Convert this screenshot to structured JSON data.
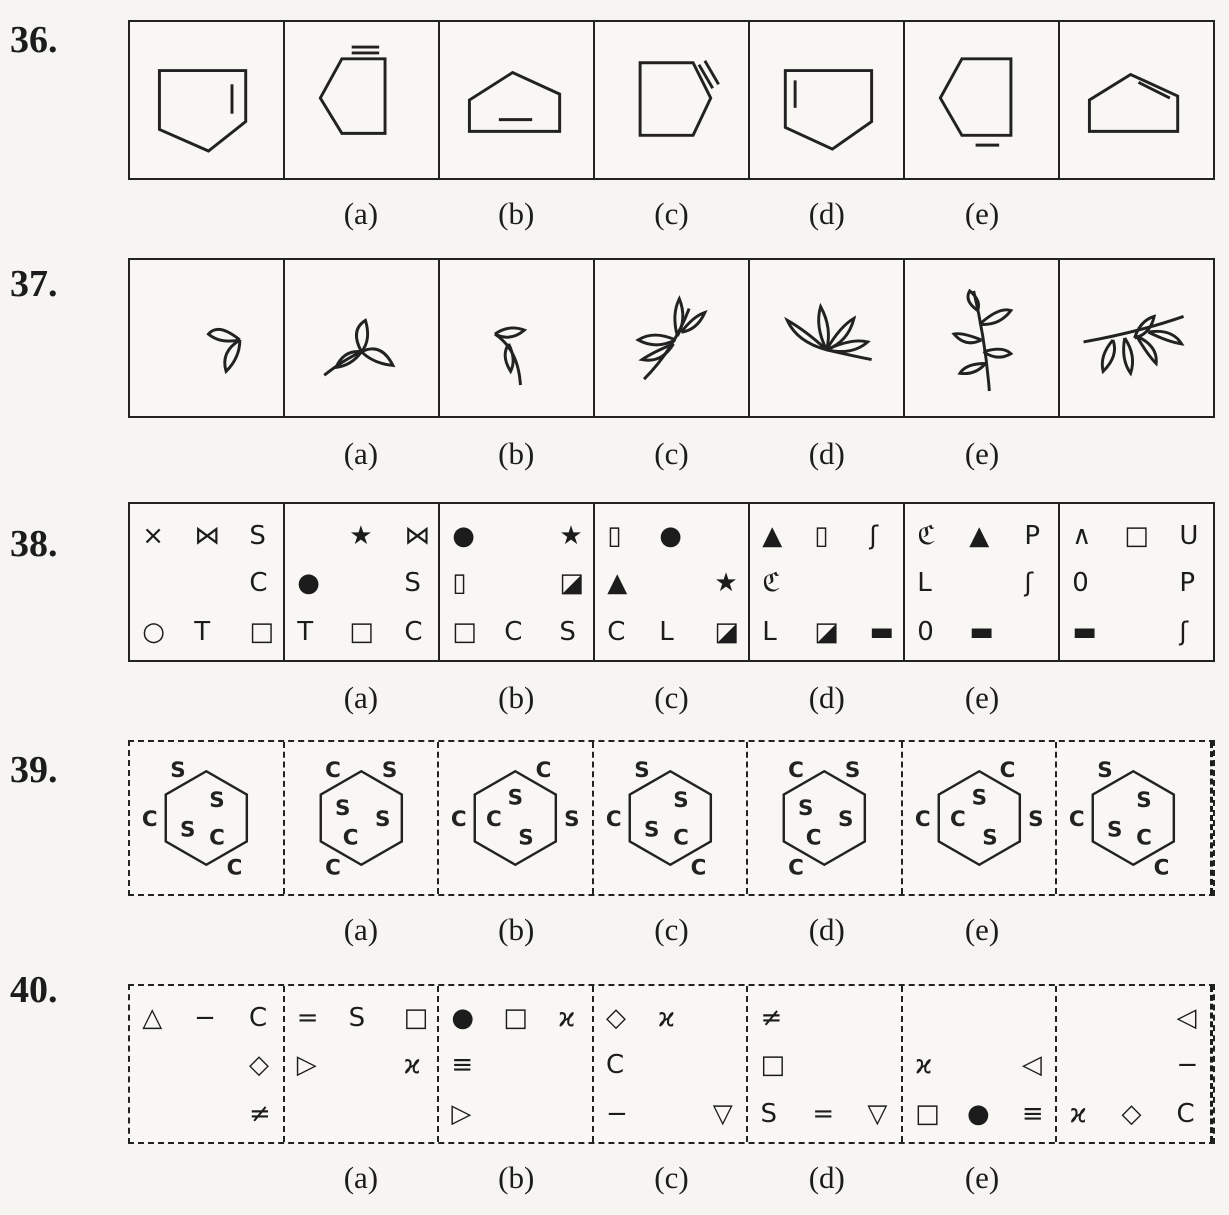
{
  "questions": [
    {
      "number": "36.",
      "option_labels": [
        "",
        "(a)",
        "(b)",
        "(c)",
        "(d)",
        "(e)",
        ""
      ]
    },
    {
      "number": "37.",
      "option_labels": [
        "",
        "(a)",
        "(b)",
        "(c)",
        "(d)",
        "(e)",
        ""
      ]
    },
    {
      "number": "38.",
      "option_labels": [
        "",
        "(a)",
        "(b)",
        "(c)",
        "(d)",
        "(e)",
        ""
      ],
      "cells": [
        [
          [
            "×",
            "⋈",
            "S"
          ],
          [
            "",
            "",
            "C"
          ],
          [
            "○",
            "T",
            "□"
          ]
        ],
        [
          [
            "",
            "★",
            "⋈"
          ],
          [
            "●",
            "",
            "S"
          ],
          [
            "T",
            "□",
            "C"
          ]
        ],
        [
          [
            "●",
            "",
            "★"
          ],
          [
            "▯",
            "",
            "◪"
          ],
          [
            "□",
            "C",
            "S"
          ]
        ],
        [
          [
            "▯",
            "●",
            ""
          ],
          [
            "▲",
            "",
            "★"
          ],
          [
            "C",
            "L",
            "◪"
          ]
        ],
        [
          [
            "▲",
            "▯",
            "ʃ"
          ],
          [
            "ℭ",
            "",
            ""
          ],
          [
            "L",
            "◪",
            "▬"
          ]
        ],
        [
          [
            "ℭ",
            "▲",
            "P"
          ],
          [
            "L",
            "",
            "ʃ"
          ],
          [
            "0",
            "▬",
            ""
          ]
        ],
        [
          [
            "∧",
            "□",
            "U"
          ],
          [
            "0",
            "",
            "P"
          ],
          [
            "▬",
            "",
            "ʃ"
          ]
        ]
      ]
    },
    {
      "number": "39.",
      "option_labels": [
        "",
        "(a)",
        "(b)",
        "(c)",
        "(d)",
        "(e)",
        ""
      ],
      "letters": [
        "S",
        "C",
        "C",
        "S",
        "S",
        "C"
      ]
    },
    {
      "number": "40.",
      "option_labels": [
        "",
        "(a)",
        "(b)",
        "(c)",
        "(d)",
        "(e)",
        ""
      ],
      "cells": [
        [
          [
            "△",
            "−",
            "C"
          ],
          [
            "",
            "",
            "◇"
          ],
          [
            "",
            "",
            "≠"
          ]
        ],
        [
          [
            "=",
            "S",
            "□"
          ],
          [
            "▷",
            "",
            "ϰ"
          ],
          [
            "",
            "",
            ""
          ]
        ],
        [
          [
            "●",
            "□",
            "ϰ"
          ],
          [
            "≡",
            "",
            ""
          ],
          [
            "▷",
            "",
            ""
          ]
        ],
        [
          [
            "◇",
            "ϰ",
            ""
          ],
          [
            "C",
            "",
            ""
          ],
          [
            "−",
            "",
            "▽"
          ]
        ],
        [
          [
            "≠",
            "",
            ""
          ],
          [
            "□",
            "",
            ""
          ],
          [
            "S",
            "=",
            "▽"
          ]
        ],
        [
          [
            "",
            "",
            ""
          ],
          [
            "ϰ",
            "",
            "◁"
          ],
          [
            "□",
            "●",
            "≡"
          ]
        ],
        [
          [
            "",
            "",
            "◁"
          ],
          [
            "",
            "",
            "−"
          ],
          [
            "ϰ",
            "◇",
            "C"
          ]
        ]
      ]
    }
  ]
}
